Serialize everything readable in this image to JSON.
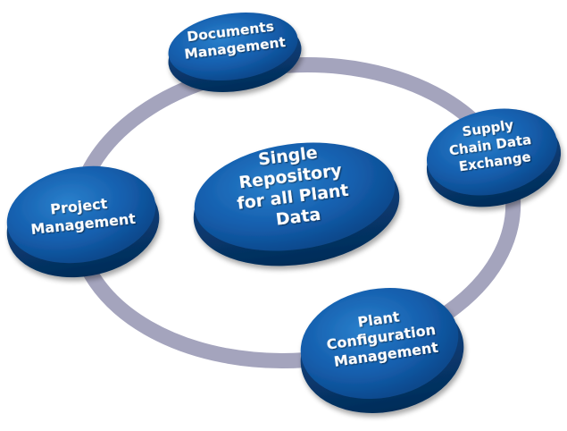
{
  "diagram": {
    "type": "hub-and-ring",
    "colors": {
      "ring": "#a4a4bd",
      "disc_top_light": "#1f73c2",
      "disc_top_dark": "#0a4b8f",
      "disc_side": "#073a72",
      "label": "#ffffff"
    },
    "center": {
      "lines": [
        "Single",
        "Repository",
        "for all Plant",
        "Data"
      ]
    },
    "nodes": [
      {
        "id": "documents-management",
        "lines": [
          "Documents",
          "Management"
        ]
      },
      {
        "id": "supply-chain-data-exchange",
        "lines": [
          "Supply",
          "Chain Data",
          "Exchange"
        ]
      },
      {
        "id": "plant-configuration-management",
        "lines": [
          "Plant",
          "Configuration",
          "Management"
        ]
      },
      {
        "id": "project-management",
        "lines": [
          "Project",
          "Management"
        ]
      }
    ]
  }
}
